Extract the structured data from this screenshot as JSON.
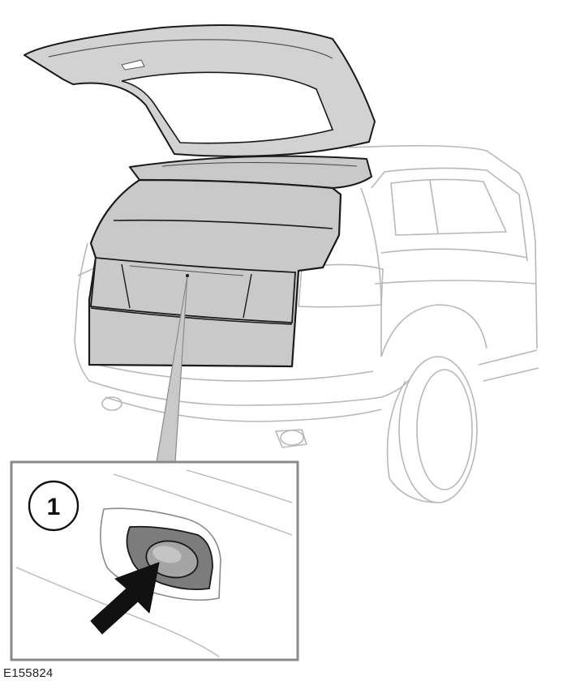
{
  "figure": {
    "code": "E155824",
    "callout_number": "1"
  },
  "colors": {
    "outline": "#1a1a1a",
    "light_line": "#b8b8b8",
    "highlight_fill": "#c9c9c9",
    "inset_border": "#8a8a8a",
    "arrow": "#111111"
  },
  "icons": {
    "car": "suv-rear-view",
    "tailgate": "open-tailgate",
    "switch": "tailgate-release-switch",
    "arrow": "press-arrow"
  }
}
